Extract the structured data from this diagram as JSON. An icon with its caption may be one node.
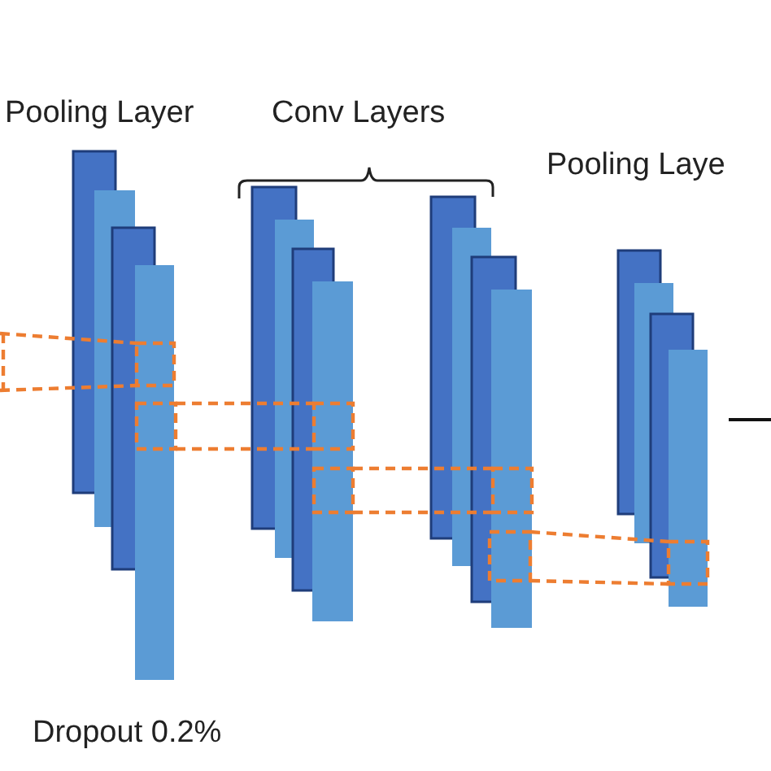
{
  "diagram": {
    "labels": [
      "Pooling Layer",
      "Conv Layers",
      "Pooling Laye",
      "Dropout 0.2%"
    ]
  }
}
